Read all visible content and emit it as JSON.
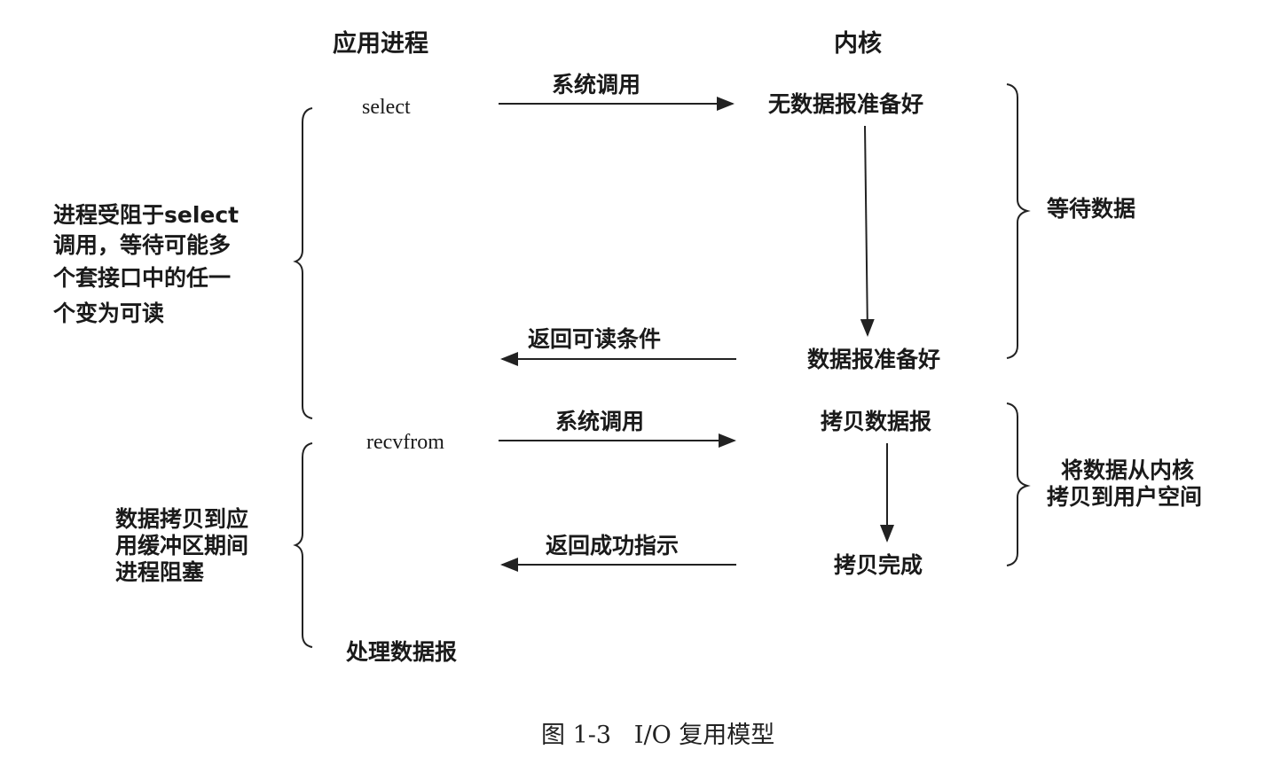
{
  "headers": {
    "process": "应用进程",
    "kernel": "内核"
  },
  "process_steps": {
    "select": "select",
    "recvfrom": "recvfrom",
    "handle": "处理数据报"
  },
  "arrows": {
    "syscall1": "系统调用",
    "return_readable": "返回可读条件",
    "syscall2": "系统调用",
    "return_success": "返回成功指示"
  },
  "kernel_states": {
    "no_data": "无数据报准备好",
    "data_ready": "数据报准备好",
    "copying": "拷贝数据报",
    "copy_done": "拷贝完成"
  },
  "right_labels": {
    "wait": "等待数据",
    "copy": [
      "将数据从内核",
      "拷贝到用户空间"
    ]
  },
  "left_labels": {
    "blocked_select": [
      "进程受阻于select",
      "调用，等待可能多",
      "个套接口中的任一",
      "个变为可读"
    ],
    "blocked_copy": [
      "数据拷贝到应",
      "用缓冲区期间",
      "进程阻塞"
    ]
  },
  "caption": "图 1-3   I/O 复用模型"
}
